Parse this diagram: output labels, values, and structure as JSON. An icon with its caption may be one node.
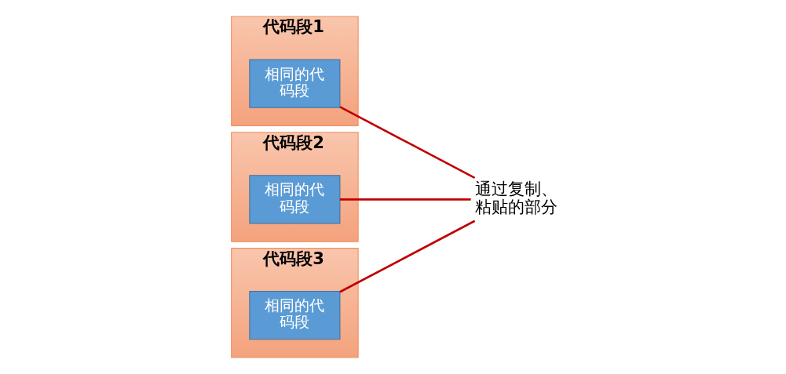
{
  "diagram": {
    "nodes": [
      {
        "text": [
          "代码段1"
        ]
      },
      {
        "text": [
          "相同的代码段"
        ],
        "in": 0
      },
      {
        "text": [
          "代码段2"
        ]
      },
      {
        "text": [
          "相同的代码段"
        ],
        "in": 2
      },
      {
        "text": [
          "代码段3"
        ]
      },
      {
        "text": [
          "相同的代码段"
        ],
        "in": 4
      },
      {
        "text": [
          "通过复制、粘贴的部分"
        ]
      }
    ],
    "edges": [
      {
        "from": 6,
        "to": 1,
        "arrow": "none"
      },
      {
        "from": 6,
        "to": 3,
        "arrow": "none"
      },
      {
        "from": 6,
        "to": 5,
        "arrow": "none"
      }
    ]
  }
}
